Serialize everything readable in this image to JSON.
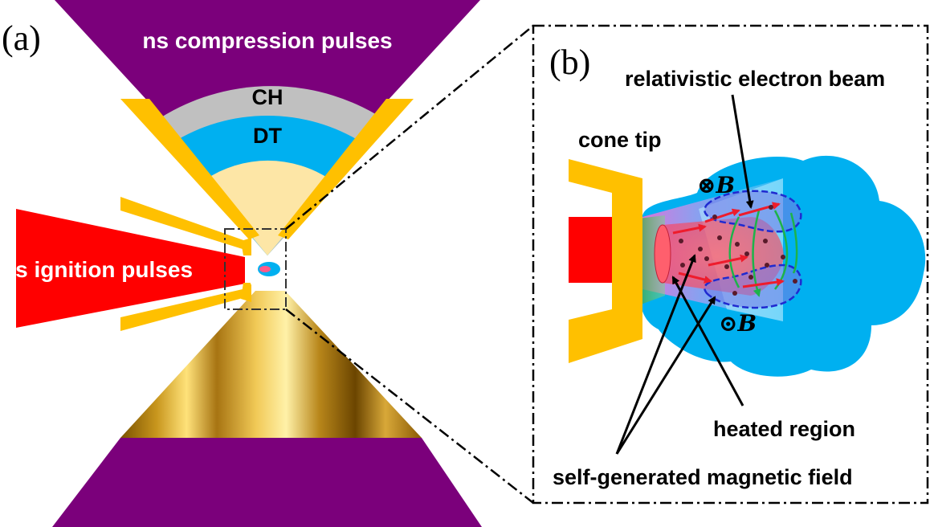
{
  "panels": {
    "a": {
      "label": "(a)"
    },
    "b": {
      "label": "(b)"
    }
  },
  "labels": {
    "ns_pulses": "ns compression  pulses",
    "ch": "CH",
    "dt": "DT",
    "ps_pulses": "ps ignition pulses",
    "cone_tip": "cone tip",
    "electron_beam": "relativistic electron beam",
    "b_into": "⊗B",
    "b_out": "⊙B",
    "heated_region": "heated region",
    "magnetic_field": "self-generated magnetic field"
  },
  "colors": {
    "purple": "#7b007b",
    "gold": "#ffc000",
    "gray": "#c0c0c0",
    "dt_blue": "#00b0f0",
    "fuel": "#fde6a6",
    "red": "#ff0000",
    "field_blue": "#2c2cd8",
    "green_arrow": "#1db34a",
    "electron_red": "#ee1c2c"
  }
}
